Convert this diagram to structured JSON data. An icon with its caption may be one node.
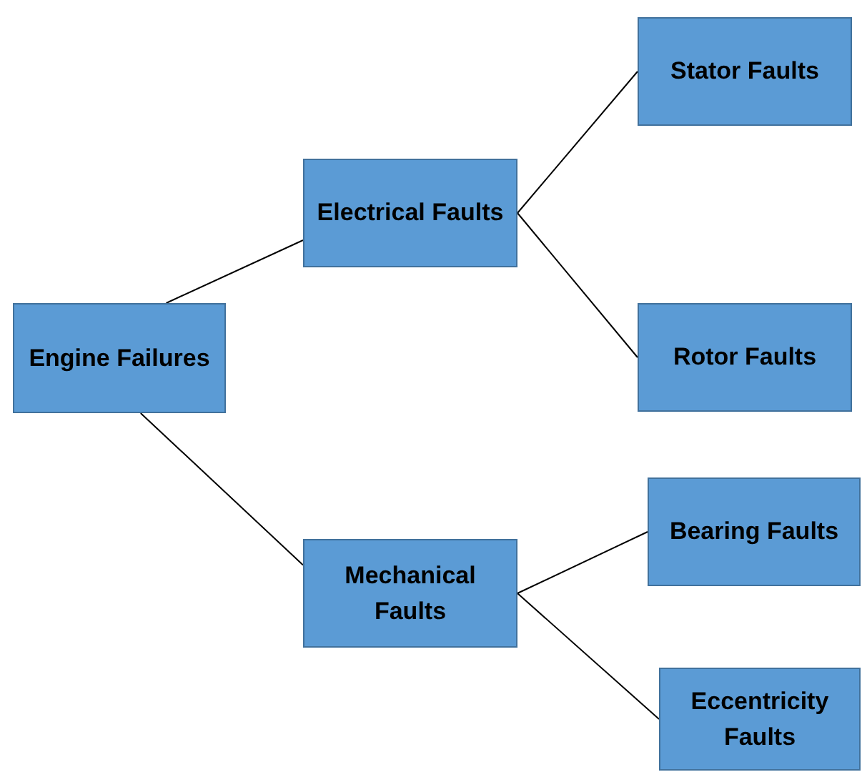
{
  "diagram": {
    "nodes": [
      {
        "text": [
          "Engine Failures"
        ]
      },
      {
        "text": [
          "Electrical Faults"
        ]
      },
      {
        "text": [
          "Mechanical Faults"
        ]
      },
      {
        "text": [
          "Stator Faults"
        ]
      },
      {
        "text": [
          "Rotor Faults"
        ]
      },
      {
        "text": [
          "Bearing Faults"
        ]
      },
      {
        "text": [
          "Eccentricity Faults"
        ]
      }
    ],
    "edges": [
      {
        "from": 0,
        "to": 1,
        "arrow": "none"
      },
      {
        "from": 0,
        "to": 2,
        "arrow": "none"
      },
      {
        "from": 1,
        "to": 3,
        "arrow": "none"
      },
      {
        "from": 1,
        "to": 4,
        "arrow": "none"
      },
      {
        "from": 2,
        "to": 5,
        "arrow": "none"
      },
      {
        "from": 2,
        "to": 6,
        "arrow": "none"
      }
    ]
  }
}
